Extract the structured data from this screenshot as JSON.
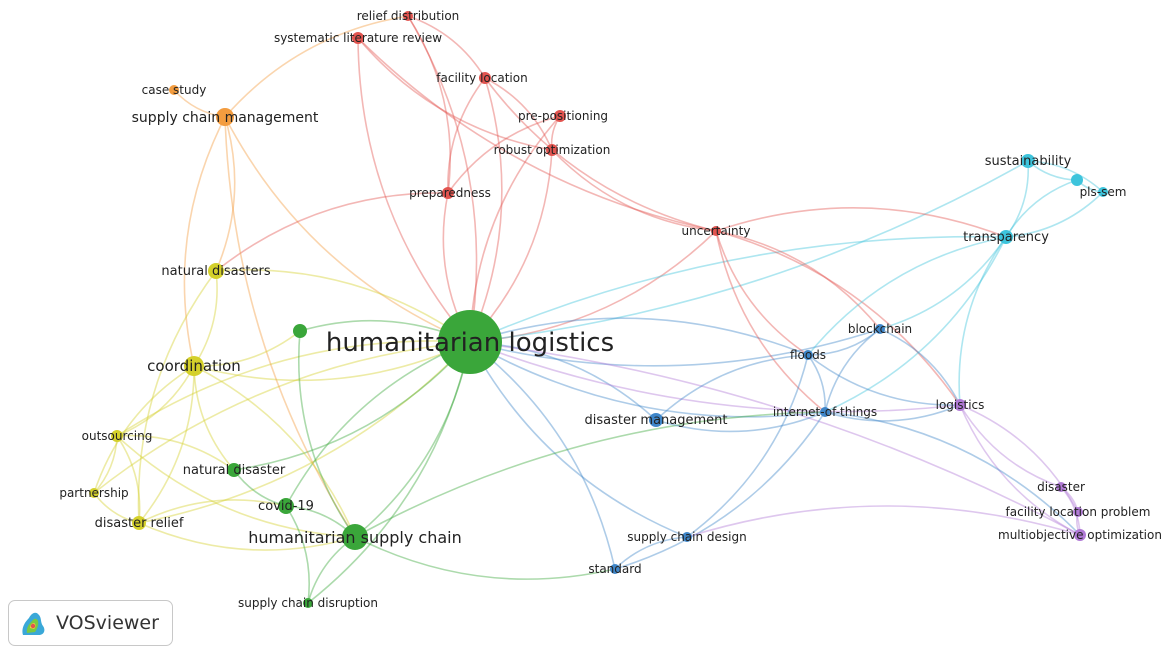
{
  "diagram": {
    "clusters": {
      "red": "#e2544f",
      "orange": "#f39c3f",
      "yellow": "#d4d02a",
      "green": "#3aa63a",
      "blue": "#3f86c9",
      "cyan": "#3dc4dc",
      "purple": "#b17ad6"
    },
    "nodes": [
      {
        "id": "hl",
        "label": "humanitarian logistics",
        "cluster": "green"
      },
      {
        "id": "hsc",
        "label": "humanitarian supply chain",
        "cluster": "green"
      },
      {
        "id": "cov",
        "label": "covid-19",
        "cluster": "green"
      },
      {
        "id": "nd",
        "label": "natural disaster",
        "cluster": "green"
      },
      {
        "id": "scdis",
        "label": "supply chain disruption",
        "cluster": "green"
      },
      {
        "id": "g1",
        "label": "",
        "cluster": "green"
      },
      {
        "id": "rd",
        "label": "relief distribution",
        "cluster": "red"
      },
      {
        "id": "slr",
        "label": "systematic literature review",
        "cluster": "red"
      },
      {
        "id": "fl",
        "label": "facility location",
        "cluster": "red"
      },
      {
        "id": "pp",
        "label": "pre-positioning",
        "cluster": "red"
      },
      {
        "id": "ro",
        "label": "robust optimization",
        "cluster": "red"
      },
      {
        "id": "prep",
        "label": "preparedness",
        "cluster": "red"
      },
      {
        "id": "unc",
        "label": "uncertainty",
        "cluster": "red"
      },
      {
        "id": "cs",
        "label": "case study",
        "cluster": "orange"
      },
      {
        "id": "scm",
        "label": "supply chain management",
        "cluster": "orange"
      },
      {
        "id": "nds",
        "label": "natural disasters",
        "cluster": "yellow"
      },
      {
        "id": "coord",
        "label": "coordination",
        "cluster": "yellow"
      },
      {
        "id": "out",
        "label": "outsourcing",
        "cluster": "yellow"
      },
      {
        "id": "part",
        "label": "partnership",
        "cluster": "yellow"
      },
      {
        "id": "dr",
        "label": "disaster relief",
        "cluster": "yellow"
      },
      {
        "id": "sust",
        "label": "sustainability",
        "cluster": "cyan"
      },
      {
        "id": "c1",
        "label": "",
        "cluster": "cyan"
      },
      {
        "id": "pls",
        "label": "pls-sem",
        "cluster": "cyan"
      },
      {
        "id": "trans",
        "label": "transparency",
        "cluster": "cyan"
      },
      {
        "id": "bc",
        "label": "blockchain",
        "cluster": "blue"
      },
      {
        "id": "floods",
        "label": "floods",
        "cluster": "blue"
      },
      {
        "id": "iot",
        "label": "internet-of-things",
        "cluster": "blue"
      },
      {
        "id": "dm",
        "label": "disaster management",
        "cluster": "blue"
      },
      {
        "id": "scd",
        "label": "supply chain design",
        "cluster": "blue"
      },
      {
        "id": "std",
        "label": "standard",
        "cluster": "blue"
      },
      {
        "id": "log",
        "label": "logistics",
        "cluster": "purple"
      },
      {
        "id": "dis",
        "label": "disaster",
        "cluster": "purple"
      },
      {
        "id": "flp",
        "label": "facility location problem",
        "cluster": "purple"
      },
      {
        "id": "moo",
        "label": "multiobjective optimization",
        "cluster": "purple"
      }
    ],
    "edges": [
      [
        "hl",
        "rd"
      ],
      [
        "hl",
        "slr"
      ],
      [
        "hl",
        "fl"
      ],
      [
        "hl",
        "pp"
      ],
      [
        "hl",
        "ro"
      ],
      [
        "hl",
        "prep"
      ],
      [
        "hl",
        "unc"
      ],
      [
        "hl",
        "scm"
      ],
      [
        "hl",
        "nds"
      ],
      [
        "hl",
        "coord"
      ],
      [
        "hl",
        "out"
      ],
      [
        "hl",
        "dr"
      ],
      [
        "hl",
        "part"
      ],
      [
        "hl",
        "nd"
      ],
      [
        "hl",
        "cov"
      ],
      [
        "hl",
        "hsc"
      ],
      [
        "hl",
        "g1"
      ],
      [
        "hl",
        "scdis"
      ],
      [
        "hl",
        "sust"
      ],
      [
        "hl",
        "trans"
      ],
      [
        "hl",
        "bc"
      ],
      [
        "hl",
        "floods"
      ],
      [
        "hl",
        "iot"
      ],
      [
        "hl",
        "dm"
      ],
      [
        "hl",
        "scd"
      ],
      [
        "hl",
        "std"
      ],
      [
        "hl",
        "log"
      ],
      [
        "hl",
        "moo"
      ],
      [
        "slr",
        "unc"
      ],
      [
        "rd",
        "fl"
      ],
      [
        "fl",
        "unc"
      ],
      [
        "fl",
        "ro"
      ],
      [
        "pp",
        "ro"
      ],
      [
        "prep",
        "pp"
      ],
      [
        "prep",
        "nds"
      ],
      [
        "prep",
        "fl"
      ],
      [
        "ro",
        "unc"
      ],
      [
        "rd",
        "prep"
      ],
      [
        "slr",
        "ro"
      ],
      [
        "unc",
        "log"
      ],
      [
        "unc",
        "floods"
      ],
      [
        "unc",
        "bc"
      ],
      [
        "unc",
        "iot"
      ],
      [
        "unc",
        "trans"
      ],
      [
        "cs",
        "scm"
      ],
      [
        "scm",
        "nds"
      ],
      [
        "scm",
        "coord"
      ],
      [
        "scm",
        "rd"
      ],
      [
        "scm",
        "hsc"
      ],
      [
        "nds",
        "coord"
      ],
      [
        "nds",
        "dr"
      ],
      [
        "coord",
        "out"
      ],
      [
        "coord",
        "part"
      ],
      [
        "coord",
        "dr"
      ],
      [
        "coord",
        "nd"
      ],
      [
        "coord",
        "hsc"
      ],
      [
        "coord",
        "g1"
      ],
      [
        "out",
        "dr"
      ],
      [
        "part",
        "dr"
      ],
      [
        "out",
        "part"
      ],
      [
        "dr",
        "hsc"
      ],
      [
        "dr",
        "cov"
      ],
      [
        "out",
        "hsc"
      ],
      [
        "out",
        "nd"
      ],
      [
        "nd",
        "cov"
      ],
      [
        "cov",
        "hsc"
      ],
      [
        "hsc",
        "scdis"
      ],
      [
        "cov",
        "scdis"
      ],
      [
        "g1",
        "hsc"
      ],
      [
        "hsc",
        "iot"
      ],
      [
        "hsc",
        "std"
      ],
      [
        "sust",
        "trans"
      ],
      [
        "sust",
        "c1"
      ],
      [
        "sust",
        "pls"
      ],
      [
        "c1",
        "pls"
      ],
      [
        "trans",
        "c1"
      ],
      [
        "trans",
        "pls"
      ],
      [
        "trans",
        "bc"
      ],
      [
        "trans",
        "floods"
      ],
      [
        "trans",
        "iot"
      ],
      [
        "trans",
        "log"
      ],
      [
        "bc",
        "floods"
      ],
      [
        "bc",
        "iot"
      ],
      [
        "floods",
        "iot"
      ],
      [
        "floods",
        "log"
      ],
      [
        "bc",
        "log"
      ],
      [
        "iot",
        "log"
      ],
      [
        "dm",
        "floods"
      ],
      [
        "dm",
        "iot"
      ],
      [
        "iot",
        "std"
      ],
      [
        "scd",
        "std"
      ],
      [
        "floods",
        "scd"
      ],
      [
        "log",
        "dis"
      ],
      [
        "log",
        "flp"
      ],
      [
        "log",
        "moo"
      ],
      [
        "dis",
        "flp"
      ],
      [
        "flp",
        "moo"
      ],
      [
        "dis",
        "moo"
      ],
      [
        "moo",
        "scd"
      ],
      [
        "iot",
        "moo"
      ]
    ]
  },
  "branding": {
    "logo_text": "VOSviewer"
  }
}
